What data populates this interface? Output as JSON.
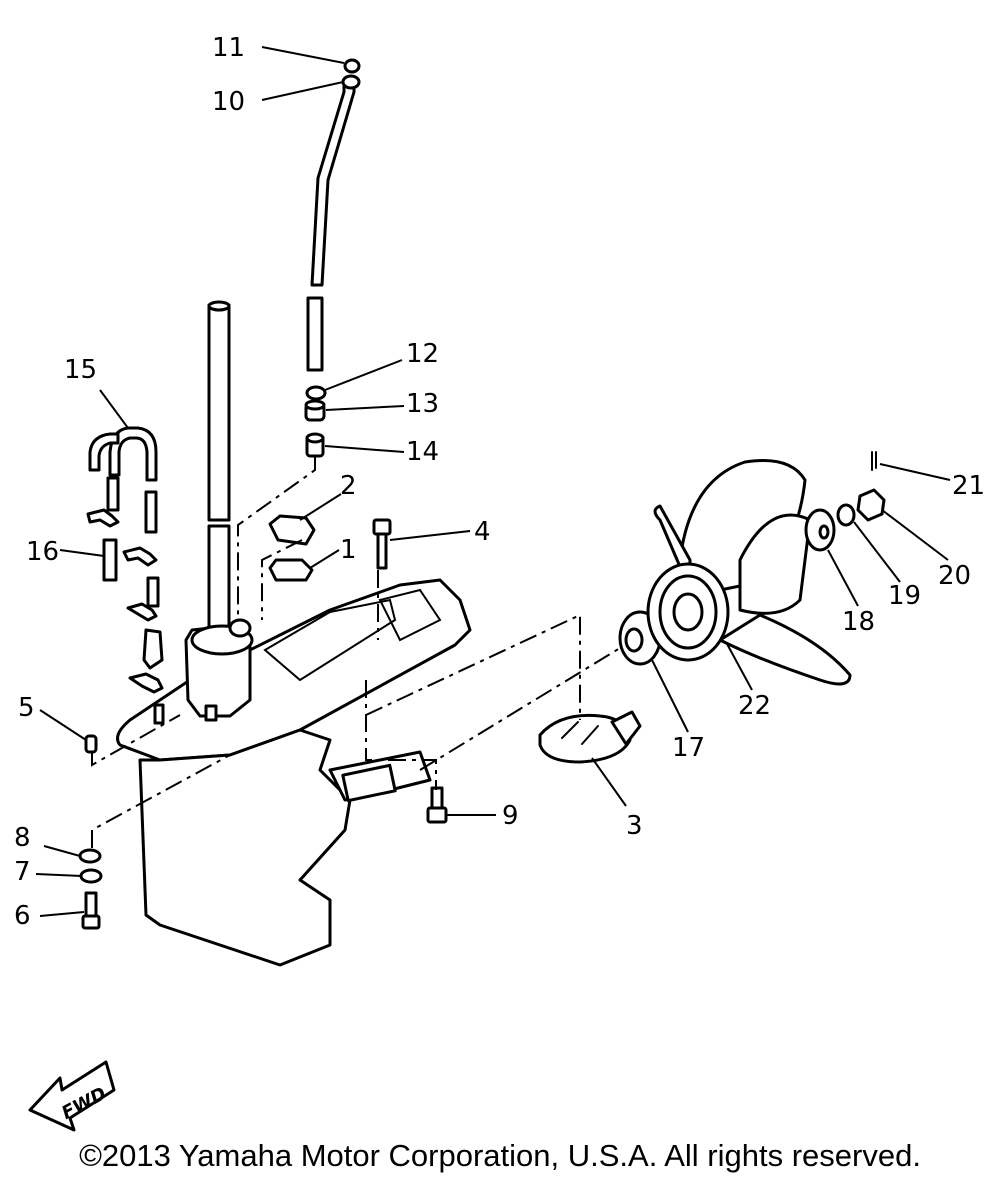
{
  "parts": [
    {
      "n": "1"
    },
    {
      "n": "2"
    },
    {
      "n": "3"
    },
    {
      "n": "4"
    },
    {
      "n": "5"
    },
    {
      "n": "6"
    },
    {
      "n": "7"
    },
    {
      "n": "8"
    },
    {
      "n": "9"
    },
    {
      "n": "10"
    },
    {
      "n": "11"
    },
    {
      "n": "12"
    },
    {
      "n": "13"
    },
    {
      "n": "14"
    },
    {
      "n": "15"
    },
    {
      "n": "16"
    },
    {
      "n": "17"
    },
    {
      "n": "18"
    },
    {
      "n": "19"
    },
    {
      "n": "20"
    },
    {
      "n": "21"
    },
    {
      "n": "22"
    }
  ],
  "fwd_label": "FWD",
  "copyright": "©2013 Yamaha Motor Corporation, U.S.A. All rights reserved."
}
